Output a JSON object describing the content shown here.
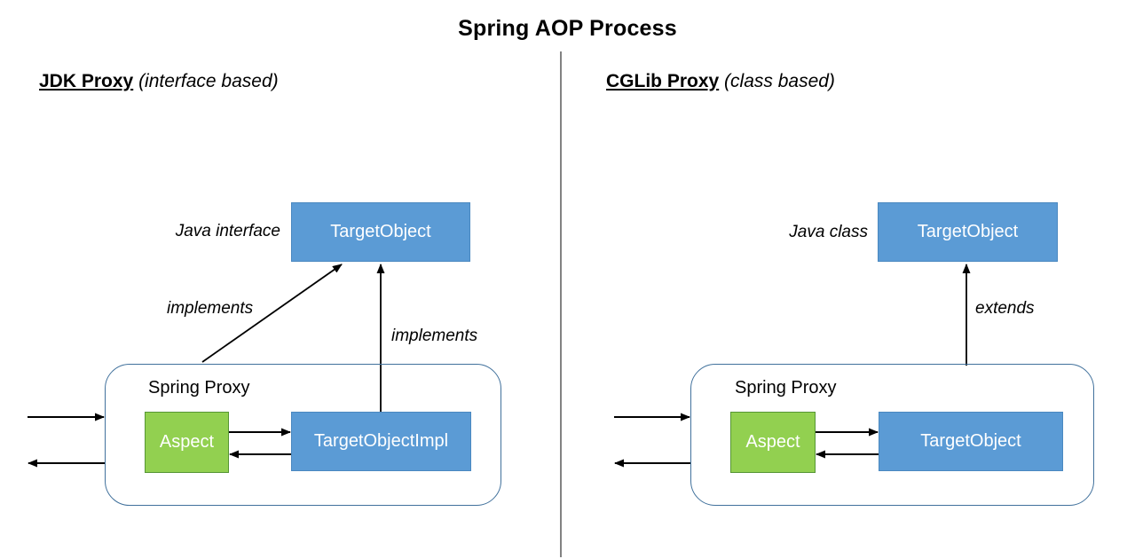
{
  "title": "Spring AOP Process",
  "left": {
    "heading": "JDK Proxy",
    "heading_note": "(interface based)",
    "type_label": "Java interface",
    "target_interface": "TargetObject",
    "implements_label": "implements",
    "proxy": {
      "label": "Spring Proxy",
      "aspect": "Aspect",
      "target_impl": "TargetObjectImpl"
    }
  },
  "right": {
    "heading": "CGLib Proxy",
    "heading_note": "(class based)",
    "type_label": "Java class",
    "target_class": "TargetObject",
    "extends_label": "extends",
    "proxy": {
      "label": "Spring Proxy",
      "aspect": "Aspect",
      "target_object": "TargetObject"
    }
  },
  "colors": {
    "box_blue": "#5B9BD5",
    "box_blue_border": "#4a88c0",
    "box_green": "#92D050",
    "box_green_border": "#569635",
    "container_border": "#41719C",
    "arrow": "#000000",
    "divider": "#595959"
  }
}
